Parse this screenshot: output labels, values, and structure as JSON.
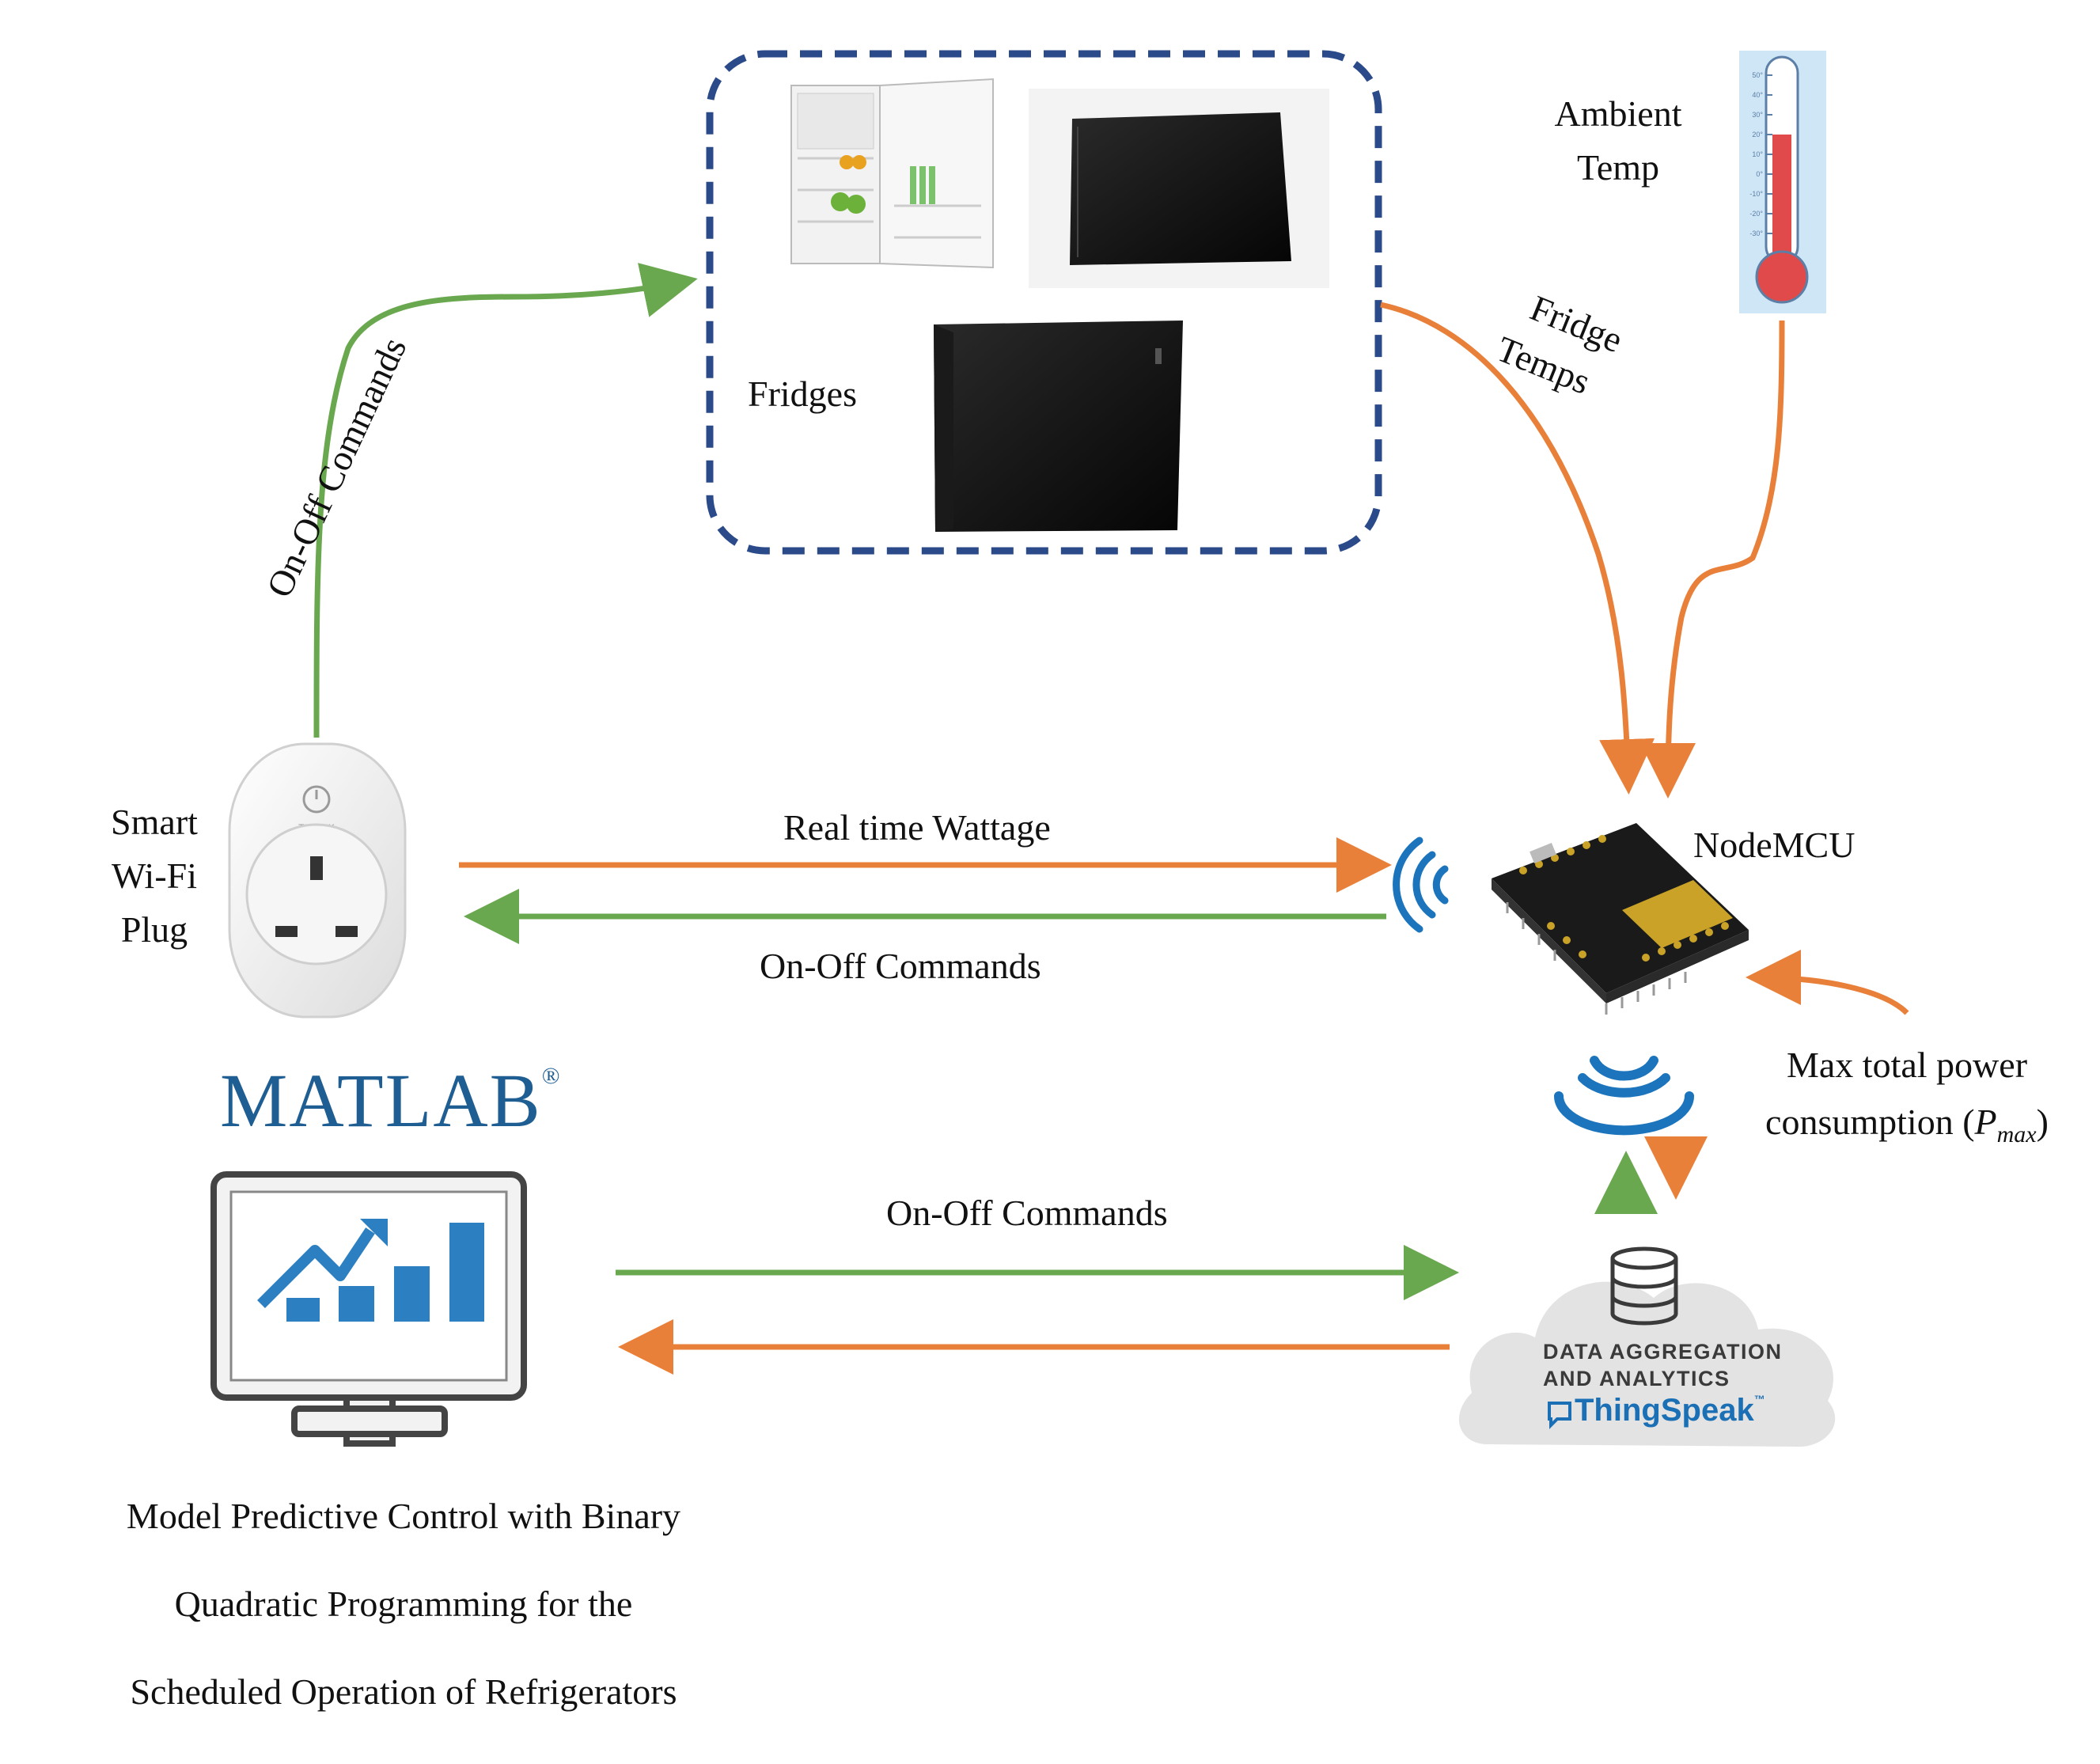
{
  "labels": {
    "fridges": "Fridges",
    "ambient_line1": "Ambient",
    "ambient_line2": "Temp",
    "fridge_temps_line1": "Fridge",
    "fridge_temps_line2": "Temps",
    "on_off_vertical": "On-Off Commands",
    "plug_line1": "Smart",
    "plug_line2": "Wi-Fi",
    "plug_line3": "Plug",
    "real_time_wattage": "Real time Wattage",
    "on_off_plug": "On-Off Commands",
    "nodemcu": "NodeMCU",
    "max_power_line1": "Max total power",
    "max_power_line2_prefix": "consumption (",
    "max_power_symbol": "P",
    "max_power_subscript": "max",
    "max_power_suffix": ")",
    "on_off_cloud": "On-Off Commands",
    "caption_line1": "Model Predictive Control with Binary",
    "caption_line2": "Quadratic Programming for the",
    "caption_line3": "Scheduled Operation of Refrigerators"
  },
  "matlab": {
    "wordmark": "MATLAB",
    "registered": "®"
  },
  "thingspeak": {
    "line1": "DATA AGGREGATION",
    "line2": "AND ANALYTICS",
    "brand": "ThingSpeak",
    "tm": "™"
  },
  "plug": {
    "brand": "TP-LINK"
  },
  "thermometer": {
    "scale": [
      "50°",
      "40°",
      "30°",
      "20°",
      "10°",
      "0°",
      "-10°",
      "-20°",
      "-30°"
    ]
  },
  "colors": {
    "green_arrow": "#6aa84f",
    "orange_arrow": "#e8803a",
    "dashed_box": "#2b4a8a",
    "wifi_blue": "#1c75bc",
    "matlab_blue": "#1f5e92",
    "chart_blue": "#2c7fc0"
  }
}
